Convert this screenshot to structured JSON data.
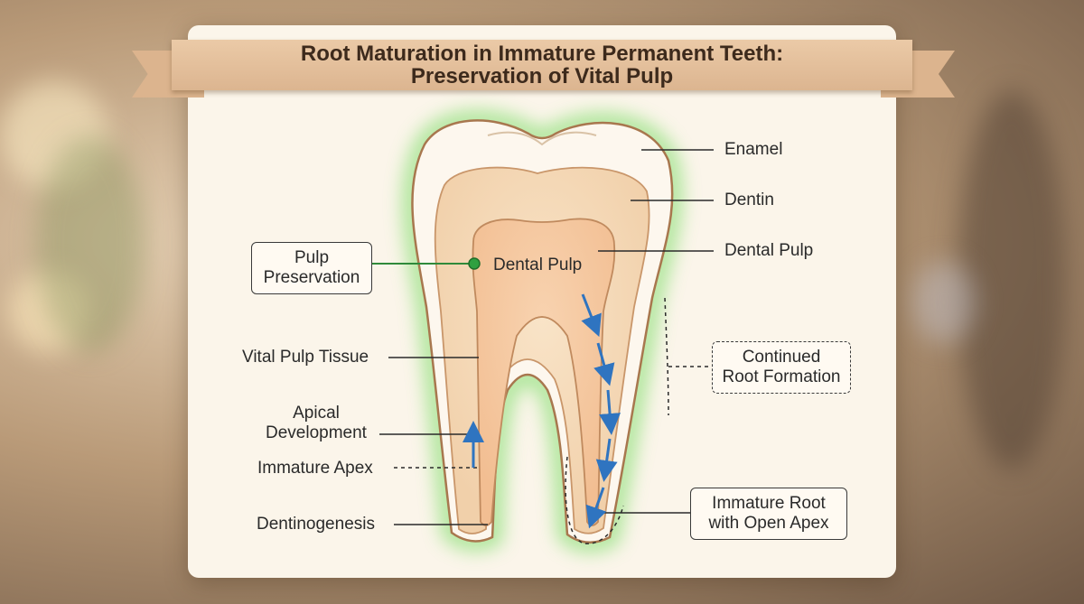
{
  "title": {
    "line1": "Root Maturation in Immature Permanent Teeth:",
    "line2": "Preservation of Vital Pulp"
  },
  "labels": {
    "enamel": "Enamel",
    "dentin": "Dentin",
    "dental_pulp": "Dental Pulp",
    "dental_pulp_inner": "Dental Pulp",
    "vital_pulp_tissue": "Vital Pulp Tissue",
    "apical_development_line1": "Apical",
    "apical_development_line2": "Development",
    "immature_apex": "Immature Apex",
    "dentinogenesis": "Dentinogenesis"
  },
  "boxes": {
    "pulp_preservation_line1": "Pulp",
    "pulp_preservation_line2": "Preservation",
    "continued_root_formation_line1": "Continued",
    "continued_root_formation_line2": "Root Formation",
    "immature_root_line1": "Immature Root",
    "immature_root_line2": "with Open Apex"
  },
  "colors": {
    "enamel": "#fdf7ee",
    "dentin": "#f6dcbc",
    "pulp": "#f5c9a2",
    "outline": "#a8774e",
    "glow": "#8fe07a",
    "arrow": "#2f74c0",
    "banner": "#dcb590"
  }
}
